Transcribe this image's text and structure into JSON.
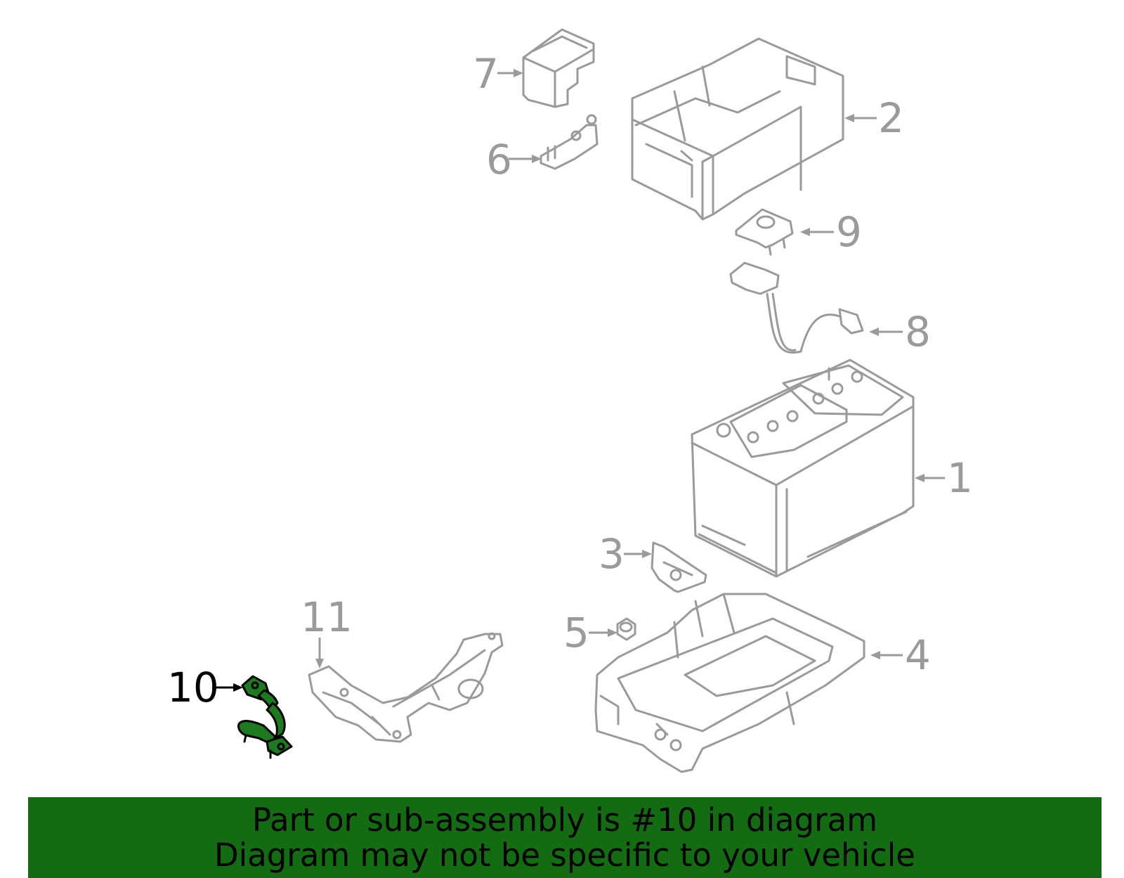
{
  "callouts": [
    {
      "id": "1",
      "label": "1",
      "highlighted": false
    },
    {
      "id": "2",
      "label": "2",
      "highlighted": false
    },
    {
      "id": "3",
      "label": "3",
      "highlighted": false
    },
    {
      "id": "4",
      "label": "4",
      "highlighted": false
    },
    {
      "id": "5",
      "label": "5",
      "highlighted": false
    },
    {
      "id": "6",
      "label": "6",
      "highlighted": false
    },
    {
      "id": "7",
      "label": "7",
      "highlighted": false
    },
    {
      "id": "8",
      "label": "8",
      "highlighted": false
    },
    {
      "id": "9",
      "label": "9",
      "highlighted": false
    },
    {
      "id": "10",
      "label": "10",
      "highlighted": true
    },
    {
      "id": "11",
      "label": "11",
      "highlighted": false
    }
  ],
  "banner": {
    "line1": "Part or sub-assembly is #10 in diagram",
    "line2": "Diagram may not be specific to your vehicle"
  },
  "colors": {
    "line_art": "#9a9a9a",
    "highlight_part": "#1e7a1e",
    "banner_bg": "#136b12"
  }
}
